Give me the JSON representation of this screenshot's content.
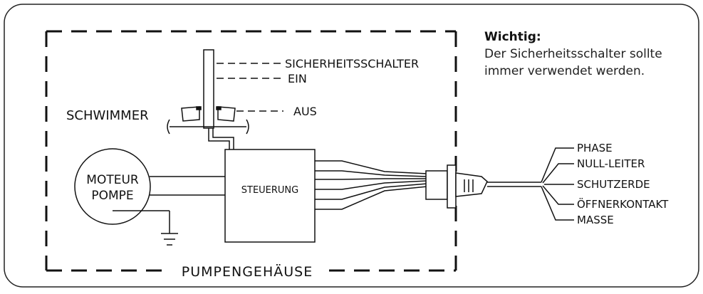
{
  "note": {
    "title": "Wichtig:",
    "line1": "Der Sicherheitsschalter sollte",
    "line2": "immer verwendet werden."
  },
  "labels": {
    "safety_switch": "SICHERHEITSSCHALTER",
    "on": "EIN",
    "off": "AUS",
    "float": "SCHWIMMER",
    "motor_line1": "MOTEUR",
    "motor_line2": "POMPE",
    "control": "STEUERUNG",
    "housing": "PUMPENGEHÄUSE"
  },
  "wires": [
    "PHASE",
    "NULL-LEITER",
    "SCHUTZERDE",
    "ÖFFNERKONTAKT",
    "MASSE"
  ]
}
